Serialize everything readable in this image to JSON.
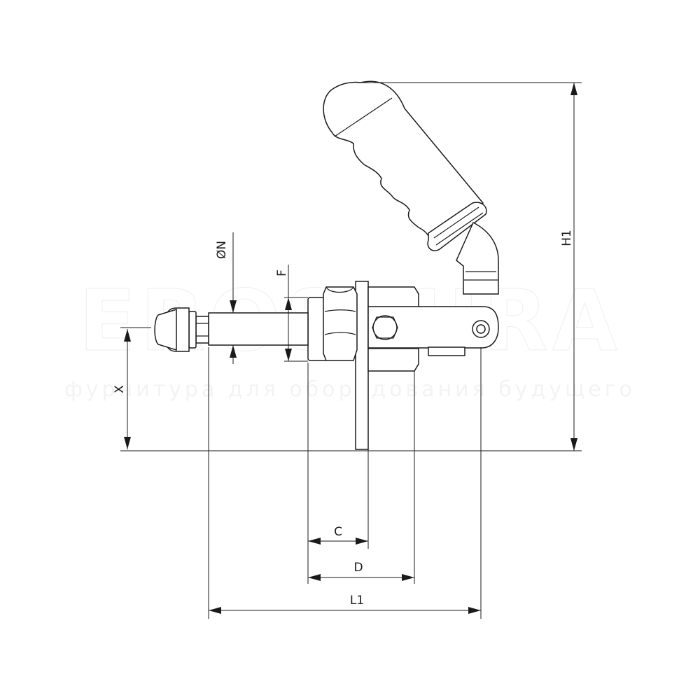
{
  "drawing": {
    "watermark": {
      "brand": "EROSFURA",
      "tagline": "фурнитура для оборудования будущего"
    },
    "dimensions": {
      "height": "H1",
      "length": "L1",
      "c": "C",
      "d": "D",
      "x": "X",
      "n": "ØN",
      "f": "F"
    }
  }
}
